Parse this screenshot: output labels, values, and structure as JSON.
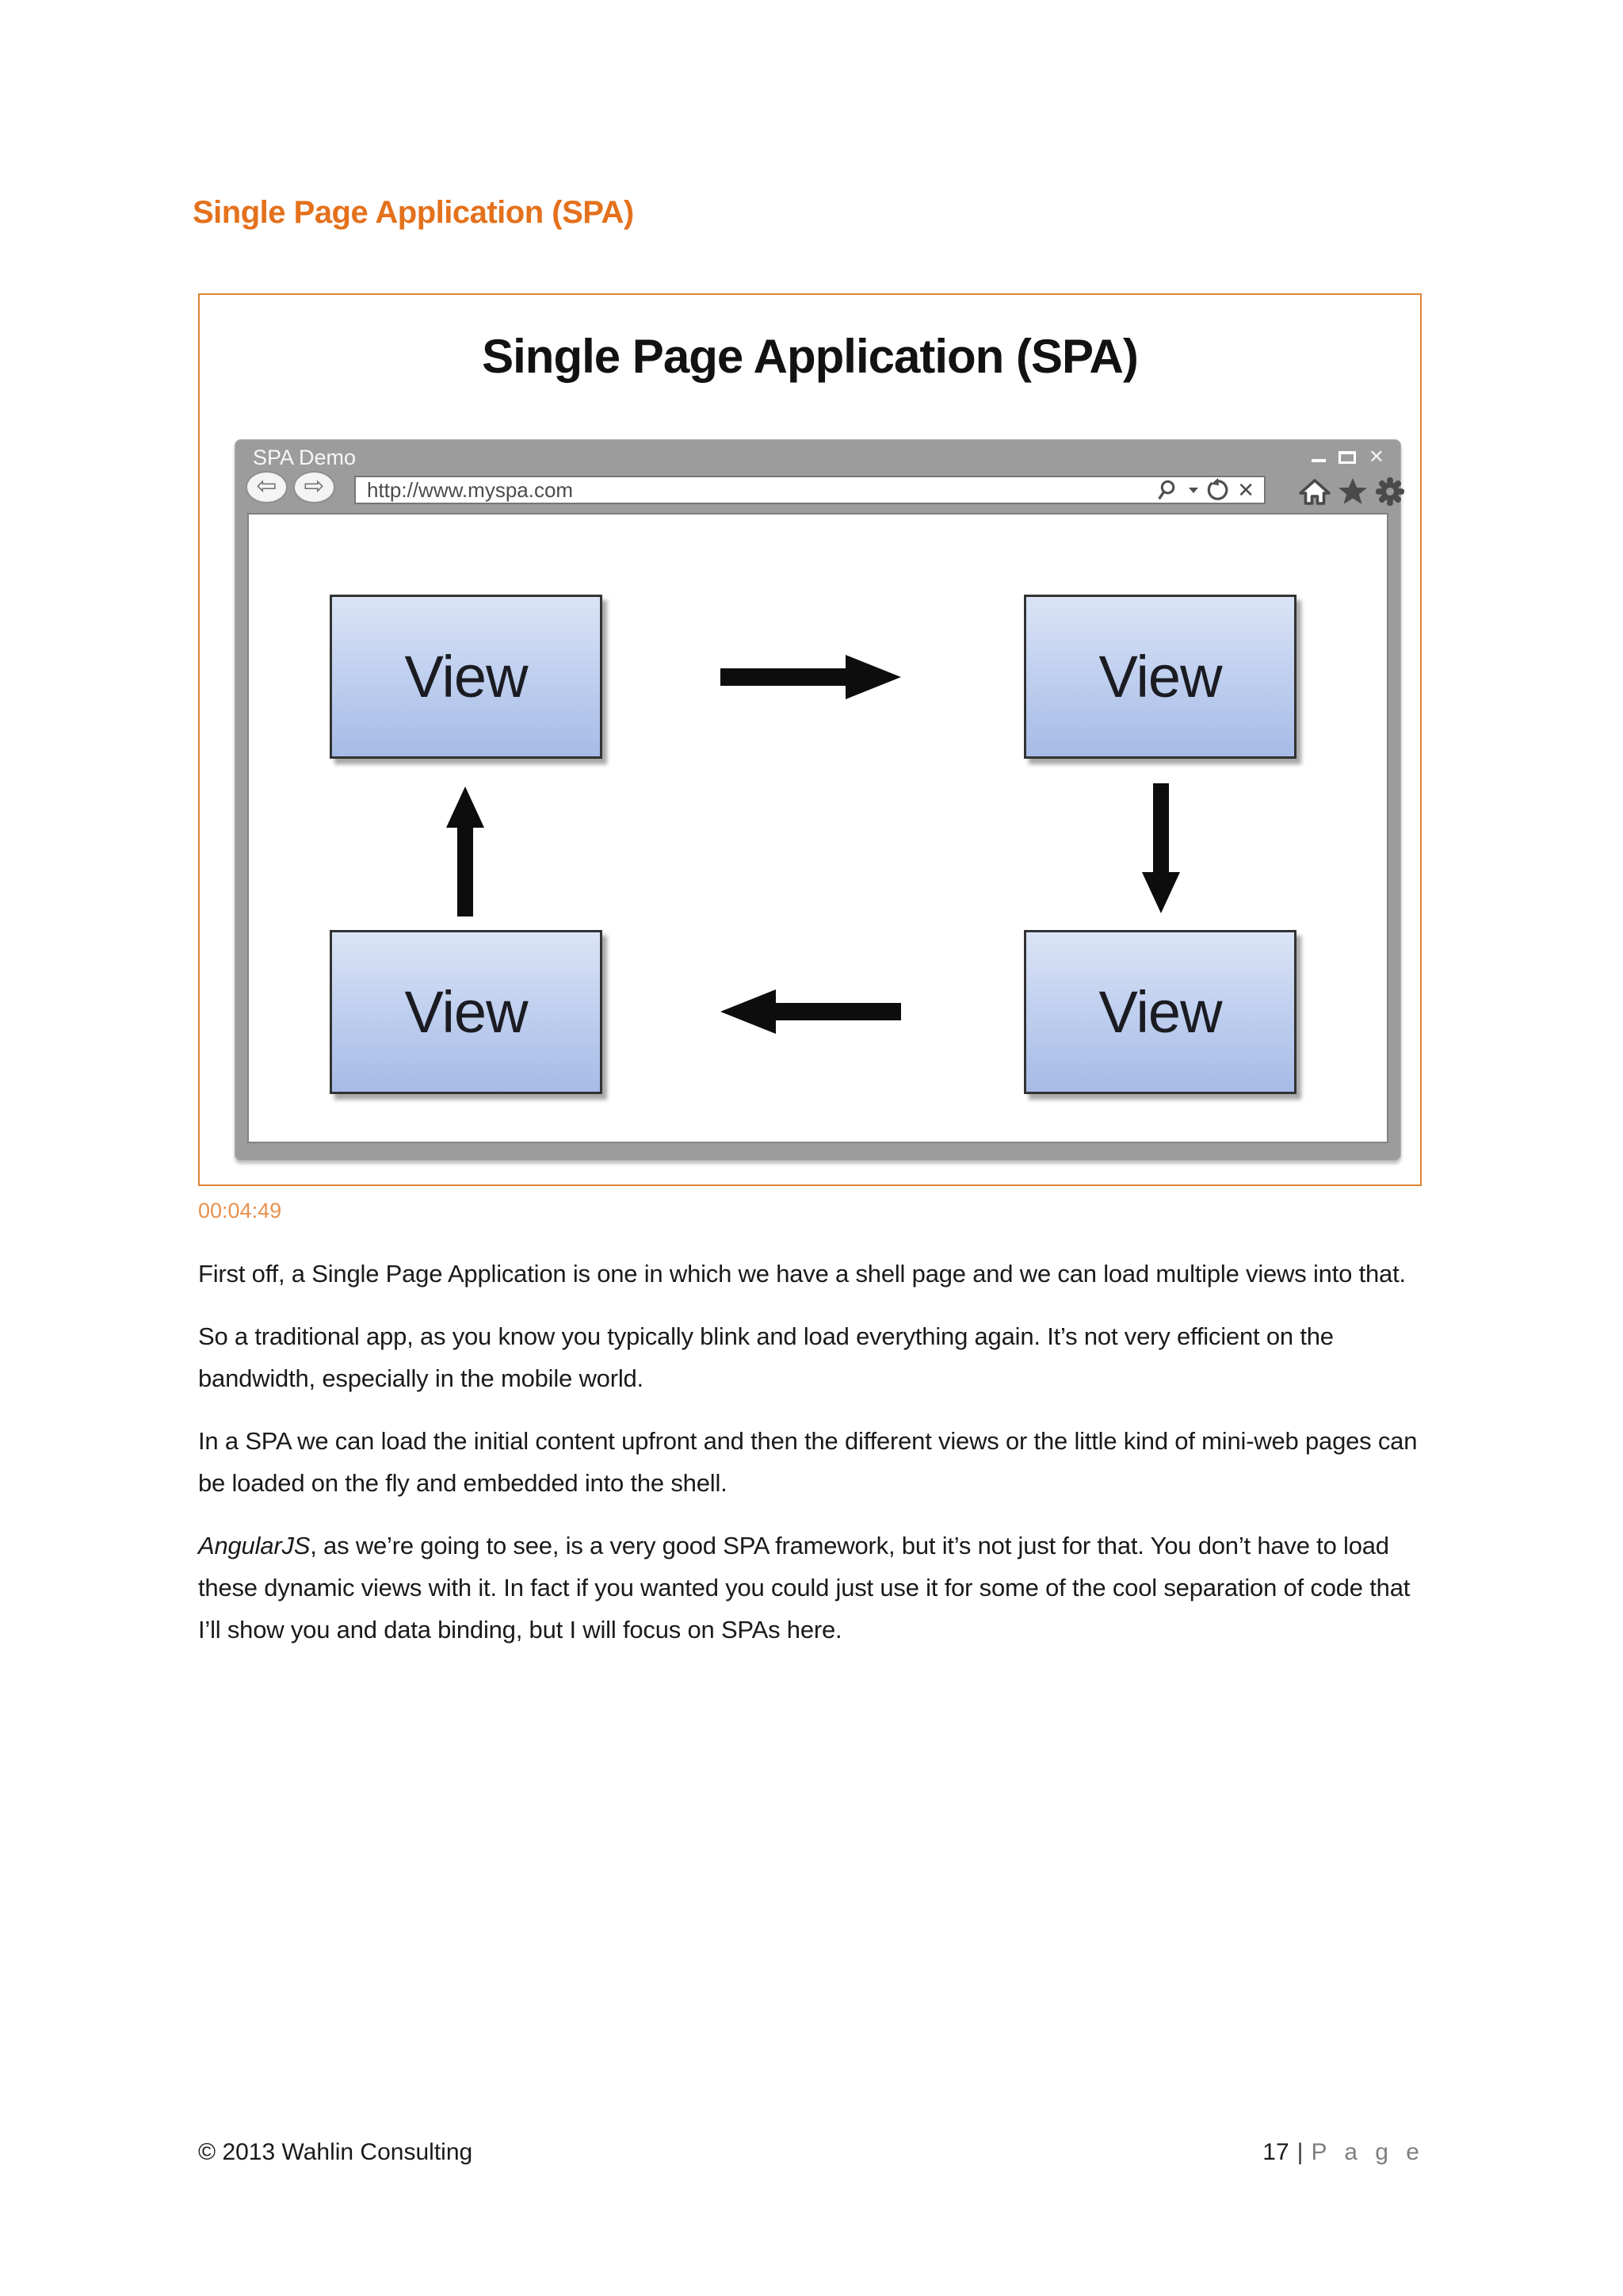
{
  "heading": "Single Page Application (SPA)",
  "figure": {
    "title": "Single Page Application (SPA)",
    "browser": {
      "window_title": "SPA Demo",
      "url": "http://www.myspa.com",
      "icons": {
        "back_glyph": "⇦",
        "forward_glyph": "⇨",
        "close_glyph": "✕",
        "names": [
          "back-arrow",
          "forward-arrow",
          "search-magnifier",
          "search-dropdown-caret",
          "refresh",
          "stop-x",
          "home",
          "favorites-star",
          "settings-gear",
          "minimize",
          "maximize",
          "close"
        ]
      }
    },
    "views": [
      "View",
      "View",
      "View",
      "View"
    ],
    "flow": "top-left → top-right → bottom-right → bottom-left → top-left"
  },
  "timestamp": "00:04:49",
  "paragraphs": [
    {
      "text": "First off, a Single Page Application is one in which we have a shell page and we can load multiple views into that."
    },
    {
      "text": "So a traditional app, as you know you typically blink and load everything again. It’s not very efficient on the bandwidth, especially in the mobile world."
    },
    {
      "text": "In a SPA we can load the initial content upfront and then the different views or the little kind of mini-web pages can be loaded on the fly and embedded into the shell."
    },
    {
      "lead": "AngularJS",
      "rest": ", as we’re going to see, is a very good SPA framework, but it’s not just for that. You don’t have to load these dynamic views with it. In fact if you wanted you could just use it for some of the cool separation of code that I’ll show you and data binding, but I will focus on SPAs here."
    }
  ],
  "footer": {
    "copyright": "© 2013 Wahlin Consulting",
    "page_number": "17",
    "separator": "|",
    "page_word": "P a g e"
  },
  "colors": {
    "heading_orange": "#E4711C",
    "timestamp_orange": "#E8914E",
    "figure_border_orange": "#DD8633",
    "chrome_gray": "#9C9C9C",
    "icon_gray": "#4A4A4A",
    "view_gradient_top": "#DBE4F6",
    "view_gradient_bottom": "#A6BBE6",
    "view_border": "#333333",
    "arrow_black": "#0D0D0D",
    "page_word_gray": "#7F7F7F"
  }
}
